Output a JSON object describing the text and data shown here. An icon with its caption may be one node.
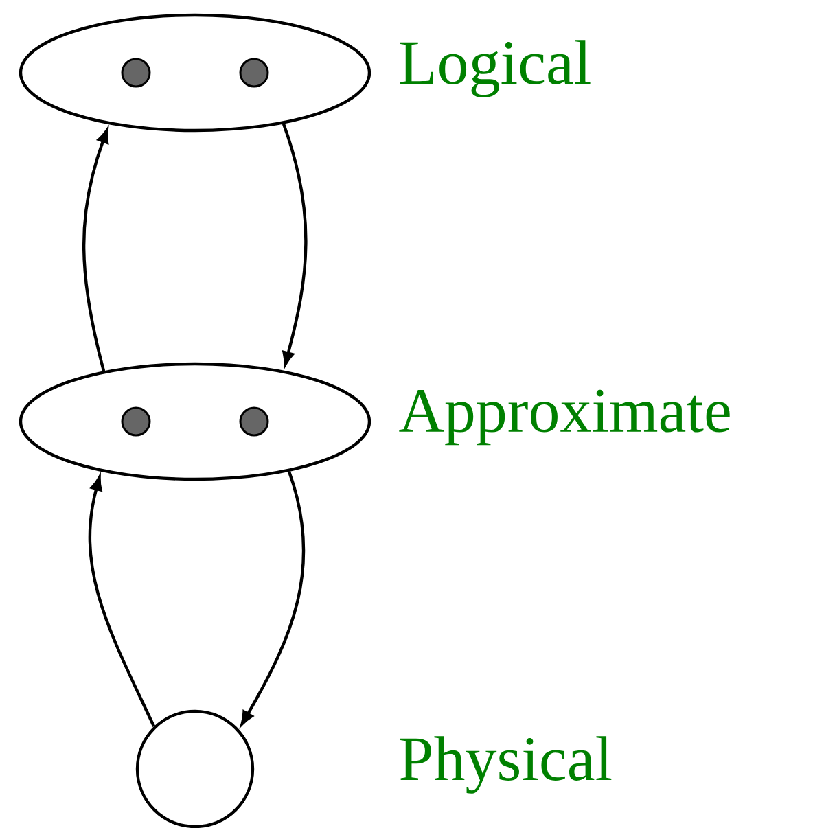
{
  "diagram": {
    "nodes": [
      {
        "text": [],
        "shape": "ellipse",
        "beside": [
          "Logical"
        ]
      },
      {
        "text": [],
        "shape": "ellipse",
        "beside": [
          "Approximate"
        ]
      },
      {
        "text": [],
        "shape": "circle",
        "beside": [
          "Physical"
        ]
      }
    ],
    "edges": [
      {
        "from": 1,
        "to": 0,
        "arrow": "to"
      },
      {
        "from": 0,
        "to": 1,
        "arrow": "to"
      },
      {
        "from": 2,
        "to": 1,
        "arrow": "to"
      },
      {
        "from": 1,
        "to": 2,
        "arrow": "to"
      }
    ]
  }
}
